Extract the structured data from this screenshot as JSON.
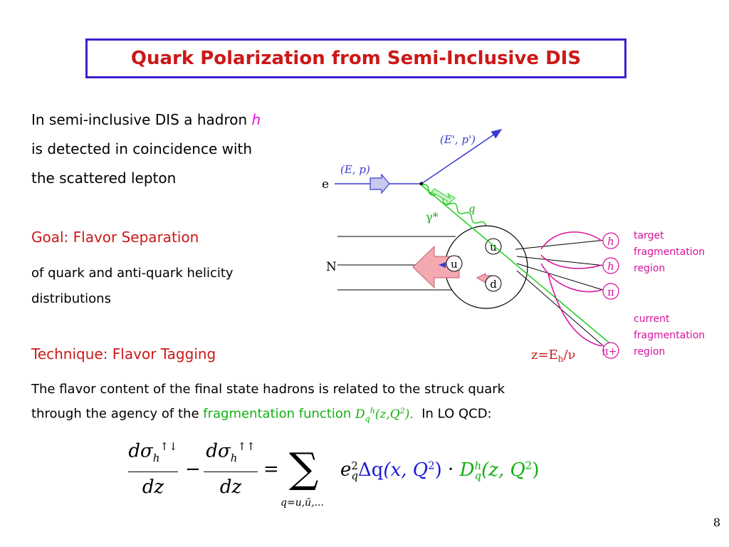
{
  "title": "Quark Polarization from Semi-Inclusive DIS",
  "intro": {
    "line1": "In semi-inclusive DIS a hadron ",
    "hadron": "h",
    "line2": "is detected in coincidence with",
    "line3": "the scattered lepton"
  },
  "goal": {
    "heading": "Goal: Flavor Separation",
    "line1": "of quark and anti-quark helicity",
    "line2": "distributions"
  },
  "technique": {
    "heading": "Technique: Flavor Tagging",
    "line1": "The flavor content of the final state hadrons is related to the struck quark",
    "line2a": "through the agency of the ",
    "ff": "fragmentation function",
    "ff_symbol": "D",
    "ff_sub": "q",
    "ff_sup": "h",
    "ff_args": "(z,Q",
    "ff_sq": "2",
    "ff_close": ").",
    "line2b": "  In LO QCD:"
  },
  "diagram": {
    "incoming_lepton": "e",
    "incoming_kin": "(E, p)",
    "outgoing_kin": "(E', p')",
    "photon": "γ*",
    "quark_label": "q",
    "nucleon": "N",
    "quark_u1": "u",
    "quark_u2": "u",
    "quark_d": "d",
    "hadron1": "h",
    "hadron2": "h",
    "hadron3": "π",
    "hadron4": "π+",
    "target_region": [
      "target",
      "fragmentation",
      "region"
    ],
    "current_region": [
      "current",
      "fragmentation",
      "region"
    ],
    "z_label_a": "z=E",
    "z_label_sub": "h",
    "z_label_b": "/ν"
  },
  "formula": {
    "d1": "dσ",
    "d1_sub": "h",
    "d1_sup": "↑↓",
    "den1": "dz",
    "minus": "−",
    "d2": "dσ",
    "d2_sub": "h",
    "d2_sup": "↑↑",
    "den2": "dz",
    "equals": "=",
    "sum": "∑",
    "sum_range": "q=u,ū,...",
    "e": "e",
    "e_sup": "2",
    "e_sub": "q",
    "delta_q": "Δq",
    "args1": "(x, Q",
    "args1_sq": "2",
    "args1_close": ")",
    "dot": "·",
    "D": "D",
    "D_sup": "h",
    "D_sub": "q",
    "args2": "(z, Q",
    "args2_sq": "2",
    "args2_close": ")"
  },
  "page_number": "8"
}
